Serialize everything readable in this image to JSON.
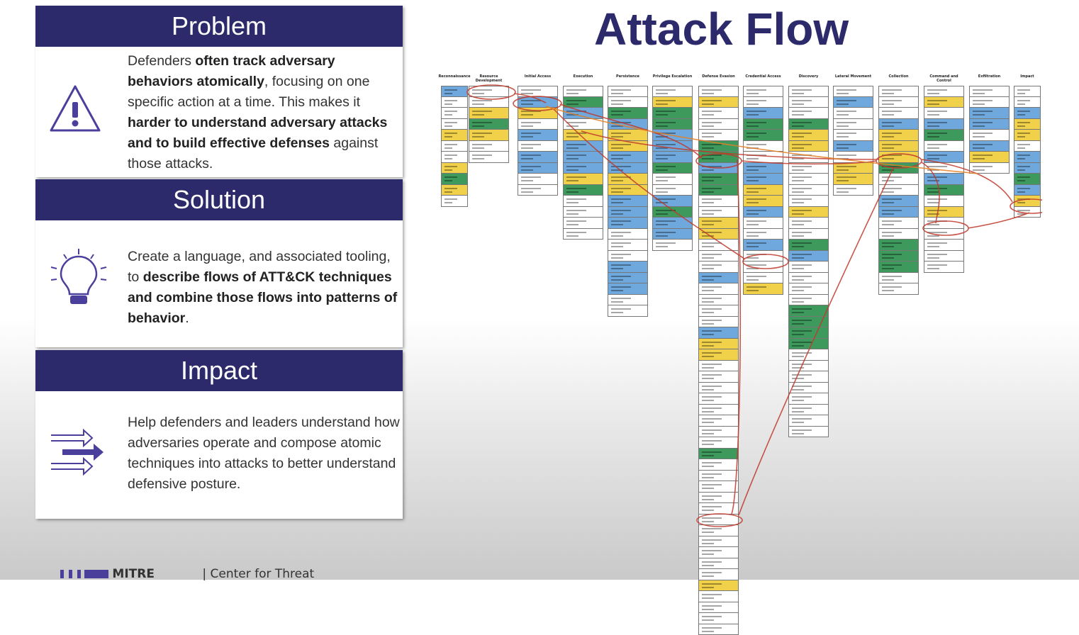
{
  "panels": [
    {
      "heading": "Problem",
      "icon": "warning-icon",
      "text": [
        {
          "t": "Defenders "
        },
        {
          "t": "often track adversary behaviors atomically",
          "b": true
        },
        {
          "t": ", focusing on one specific action at a time. This makes it "
        },
        {
          "t": "harder to understand adversary attacks and to build effective defenses",
          "b": true
        },
        {
          "t": " against those attacks."
        }
      ]
    },
    {
      "heading": "Solution",
      "icon": "lightbulb-icon",
      "text": [
        {
          "t": "Create a language, and associated tooling, to "
        },
        {
          "t": "describe flows of ATT&CK techniques and combine those flows into patterns of behavior",
          "b": true
        },
        {
          "t": "."
        }
      ]
    },
    {
      "heading": "Impact",
      "icon": "arrows-icon",
      "text": [
        {
          "t": "Help defenders and leaders understand how adversaries operate and compose atomic techniques into attacks to better understand defensive posture."
        }
      ]
    }
  ],
  "title": "Attack Flow",
  "colors": {
    "b": "#6fa8dc",
    "y": "#f1d14a",
    "g": "#3d9a5c",
    "w": "#ffffff",
    "navy": "#2c2a6b",
    "flow": "#c0392b"
  },
  "matrix": [
    {
      "tactic": "Reconnaissance",
      "cells": "bwwwywwygyw"
    },
    {
      "tactic": "Resource Development",
      "cells": "wwygyww"
    },
    {
      "tactic": "Initial Access",
      "cells": "wbywbwbbww"
    },
    {
      "tactic": "Execution",
      "cells": "wgbwybbbygwwww"
    },
    {
      "tactic": "Persistence",
      "cells": "wwgbyybbyybbbwwwbbbww"
    },
    {
      "tactic": "Privilege Escalation",
      "cells": "wyggbbbgwwbgbbw"
    },
    {
      "tactic": "Defense Evasion",
      "cells": "wywwwggbggwwyywwwbwwwwbyywwwwwwwwgwwwwwwwwwwwywwww"
    },
    {
      "tactic": "Credential Access",
      "cells": "wwbggwwbbyybwwbwwwy"
    },
    {
      "tactic": "Discovery",
      "cells": "wwwgyywwwwwywwgbwwwwggggwwwwwwww"
    },
    {
      "tactic": "Lateral Movement",
      "cells": "wbwwwbwyyw"
    },
    {
      "tactic": "Collection",
      "cells": "wwwbyyygwwbbwwgggww"
    },
    {
      "tactic": "Command and Control",
      "cells": "wywbgwbwbgwywwwww"
    },
    {
      "tactic": "Exfiltration",
      "cells": "wwbbwbyw"
    },
    {
      "tactic": "Impact",
      "cells": "wwbyywbbgbyw"
    }
  ],
  "footer": {
    "logo": "MITRE",
    "org": "| Center for Threat"
  }
}
